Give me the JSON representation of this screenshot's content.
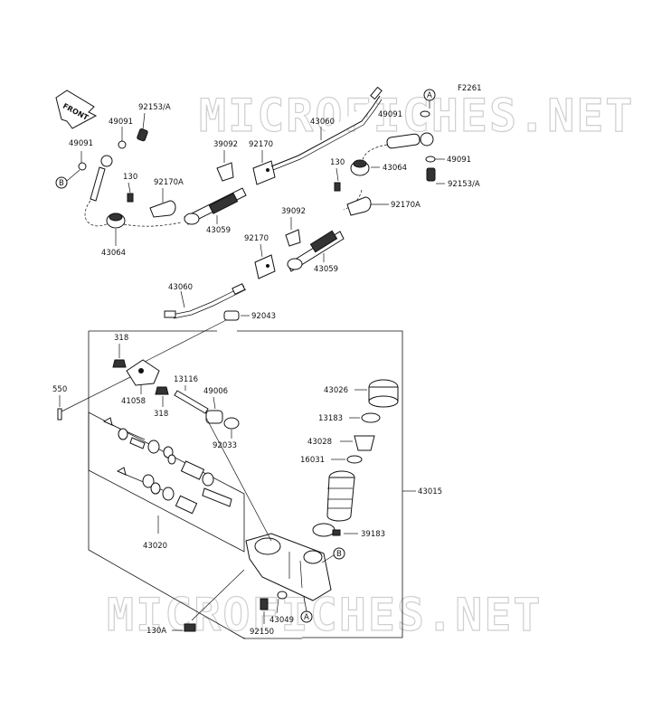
{
  "figure_code": "F2261",
  "front_label": "FRONT",
  "watermark": "MICROFICHES.NET",
  "labels": {
    "p92153A_l": "92153/A",
    "p49091_l1": "49091",
    "p49091_l2": "49091",
    "pB_l": "B",
    "p130_l": "130",
    "p92170A_l": "92170A",
    "p43064_l": "43064",
    "p39092_a": "39092",
    "p92170_a": "92170",
    "p43059_a": "43059",
    "p43060_a": "43060",
    "pA_top": "A",
    "p49091_r1": "49091",
    "p130_r": "130",
    "p43064_r": "43064",
    "p49091_r2": "49091",
    "p92153A_r": "92153/A",
    "p92170A_r": "92170A",
    "p39092_b": "39092",
    "p92170_b": "92170",
    "p43059_b": "43059",
    "p43060_b": "43060",
    "p92043": "92043",
    "p318_a": "318",
    "p550": "550",
    "p41058": "41058",
    "p318_b": "318",
    "p13116": "13116",
    "p49006": "49006",
    "p92033": "92033",
    "p43026": "43026",
    "p13183": "13183",
    "p43028": "43028",
    "p16031": "16031",
    "p43015": "43015",
    "p43020": "43020",
    "p39183": "39183",
    "pB_bot": "B",
    "p43049": "43049",
    "pA_bot": "A",
    "p92150": "92150",
    "p130A": "130A"
  }
}
